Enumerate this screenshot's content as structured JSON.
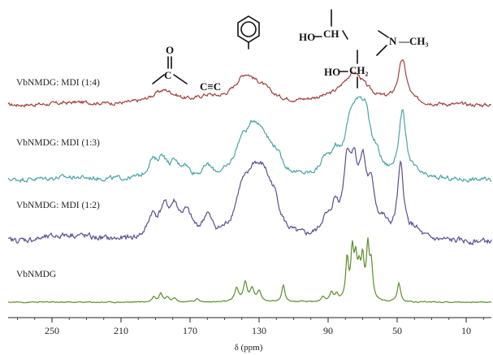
{
  "chart_data": {
    "type": "line",
    "title": "",
    "xlabel": "δ (ppm)",
    "ylabel": "",
    "xlim": [
      280,
      0
    ],
    "x_ticks": [
      250,
      210,
      170,
      130,
      90,
      50,
      10
    ],
    "grid": false,
    "series": [
      {
        "name": "VbNMDG: MDI (1:4)",
        "color": "#a0403a",
        "baseline": 0.0,
        "noise": 0.018,
        "broad": [
          [
            235,
            0.03,
            16
          ],
          [
            185,
            0.17,
            9
          ],
          [
            160,
            0.07,
            6
          ],
          [
            138,
            0.33,
            8
          ],
          [
            128,
            0.12,
            7
          ],
          [
            95,
            0.03,
            12
          ],
          [
            75,
            0.38,
            9
          ],
          [
            47,
            0.52,
            3
          ]
        ]
      },
      {
        "name": "VbNMDG: MDI (1:3)",
        "color": "#4aa3a6",
        "baseline": 0.0,
        "noise": 0.02,
        "broad": [
          [
            240,
            0.03,
            18
          ],
          [
            192,
            0.18,
            3
          ],
          [
            186,
            0.22,
            3
          ],
          [
            179,
            0.14,
            3
          ],
          [
            173,
            0.12,
            3
          ],
          [
            160,
            0.12,
            3
          ],
          [
            140,
            0.32,
            5
          ],
          [
            133,
            0.42,
            5
          ],
          [
            127,
            0.3,
            5
          ],
          [
            120,
            0.18,
            4
          ],
          [
            92,
            0.16,
            3
          ],
          [
            86,
            0.22,
            3
          ],
          [
            77,
            0.5,
            4
          ],
          [
            72,
            0.55,
            4
          ],
          [
            68,
            0.45,
            3
          ],
          [
            62,
            0.18,
            3
          ],
          [
            47,
            0.72,
            2.5
          ],
          [
            40,
            0.05,
            4
          ]
        ]
      },
      {
        "name": "VbNMDG: MDI (1:2)",
        "color": "#5b4d92",
        "baseline": 0.0,
        "noise": 0.02,
        "broad": [
          [
            240,
            0.06,
            15
          ],
          [
            192,
            0.18,
            3
          ],
          [
            185,
            0.24,
            3.5
          ],
          [
            179,
            0.22,
            3
          ],
          [
            172,
            0.2,
            4
          ],
          [
            160,
            0.18,
            3
          ],
          [
            140,
            0.33,
            5
          ],
          [
            133,
            0.4,
            5
          ],
          [
            127,
            0.38,
            5
          ],
          [
            121,
            0.22,
            4
          ],
          [
            92,
            0.12,
            3
          ],
          [
            86,
            0.24,
            3
          ],
          [
            79,
            0.58,
            2.5
          ],
          [
            75,
            0.5,
            2.5
          ],
          [
            70,
            0.54,
            2.5
          ],
          [
            65,
            0.38,
            3
          ],
          [
            58,
            0.1,
            3
          ],
          [
            48,
            0.62,
            2.2
          ],
          [
            40,
            0.08,
            4
          ]
        ]
      },
      {
        "name": "VbNMDG",
        "color": "#5a8f2a",
        "baseline": 0.0,
        "noise": 0.005,
        "broad": [
          [
            191,
            0.06,
            1.2
          ],
          [
            187,
            0.1,
            1.2
          ],
          [
            183,
            0.06,
            1.2
          ],
          [
            179,
            0.05,
            1.2
          ],
          [
            166,
            0.04,
            1.2
          ],
          [
            143,
            0.16,
            1.3
          ],
          [
            138,
            0.22,
            1.3
          ],
          [
            134,
            0.15,
            1.3
          ],
          [
            130,
            0.12,
            1.3
          ],
          [
            116,
            0.2,
            1.1
          ],
          [
            93,
            0.06,
            1.1
          ],
          [
            88,
            0.1,
            1.1
          ],
          [
            85,
            0.08,
            1.1
          ],
          [
            79,
            0.48,
            1.0
          ],
          [
            76,
            0.55,
            1.0
          ],
          [
            74,
            0.42,
            1.0
          ],
          [
            72,
            0.3,
            1.0
          ],
          [
            70,
            0.45,
            1.0
          ],
          [
            67,
            0.6,
            1.0
          ],
          [
            65,
            0.4,
            1.0
          ],
          [
            49,
            0.22,
            1.1
          ]
        ]
      }
    ],
    "annotations": {
      "alkyne": "C≡C",
      "hydroxyl_1": "HO",
      "hydroxyl_2": "HO",
      "ch_group": "CH",
      "ch2_group": "CH₂",
      "amine_n": "N",
      "methyl": "—CH₃"
    }
  }
}
